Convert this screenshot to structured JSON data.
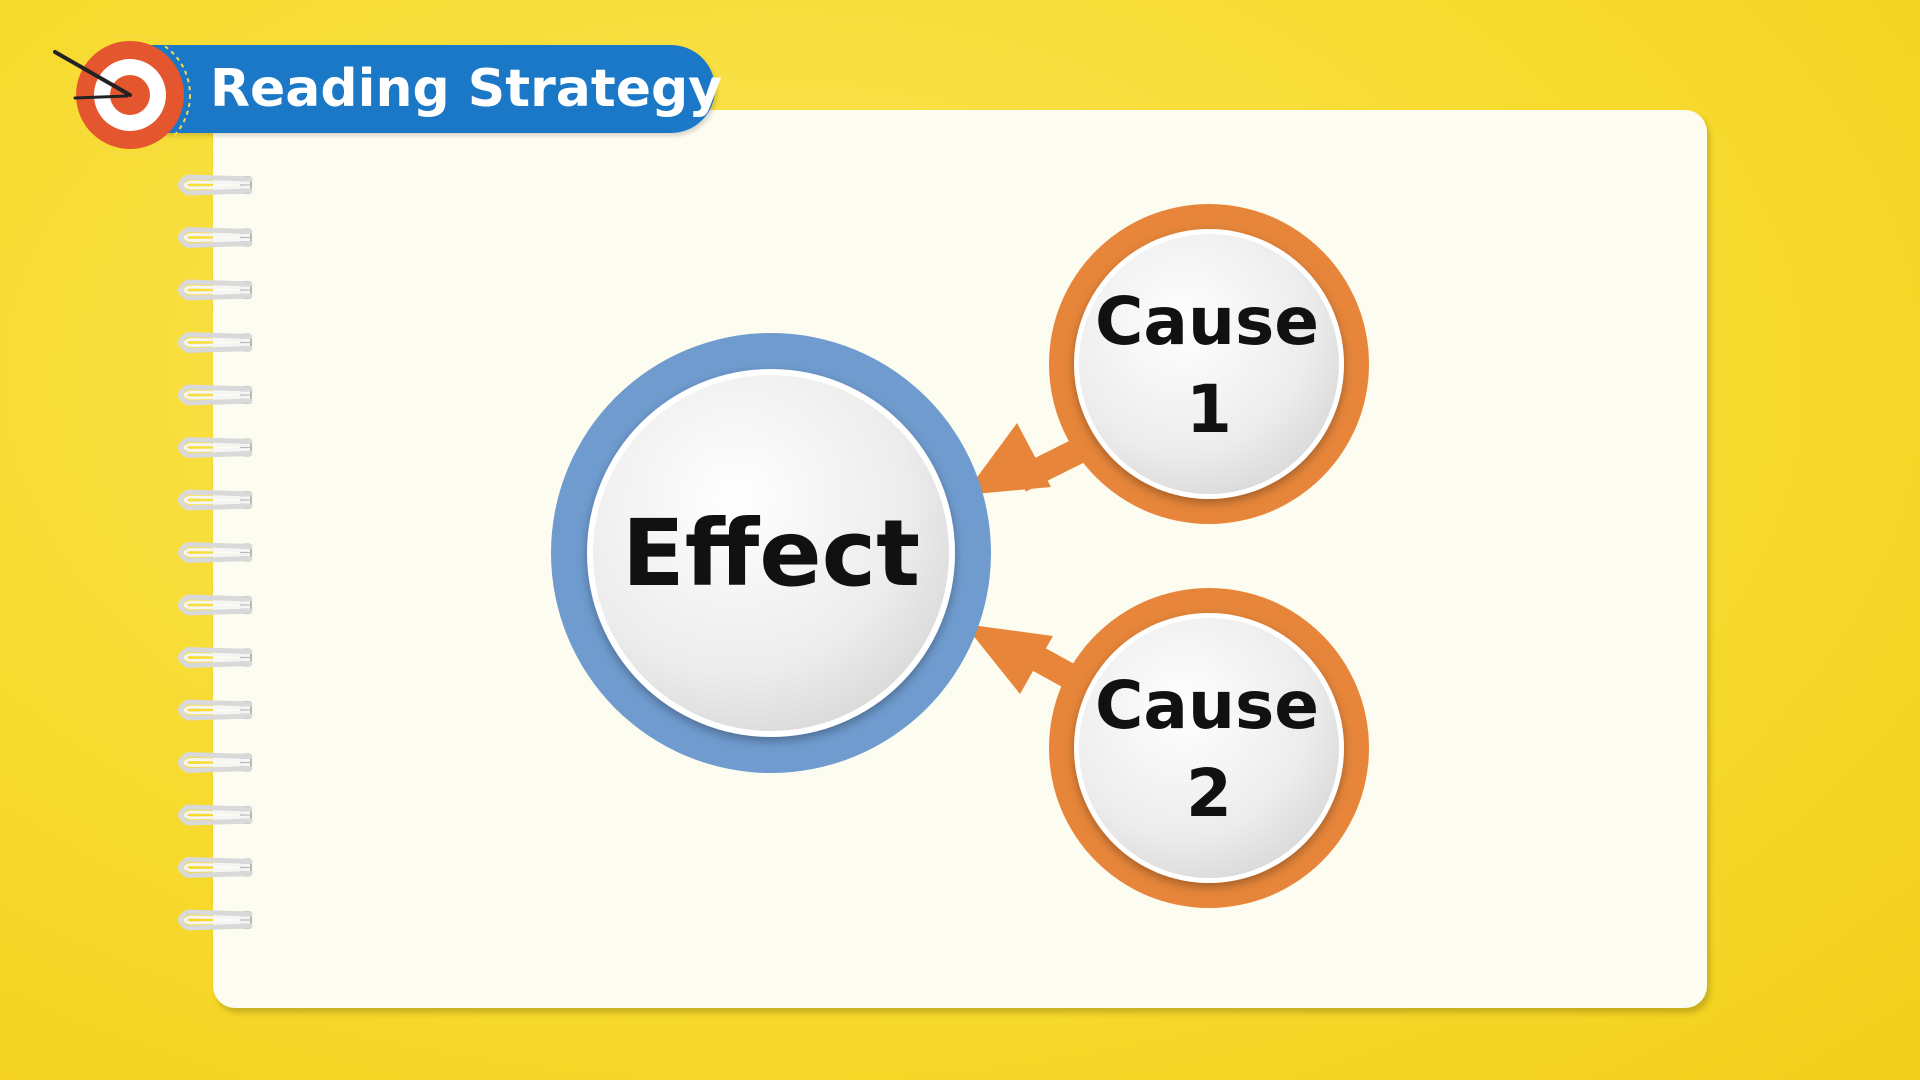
{
  "header": {
    "title": "Reading Strategy",
    "icon": "target-arrow-icon"
  },
  "diagram": {
    "effect": {
      "label": "Effect"
    },
    "causes": [
      {
        "line1": "Cause",
        "line2": "1"
      },
      {
        "line1": "Cause",
        "line2": "2"
      }
    ]
  },
  "colors": {
    "background": "#f7db2f",
    "header_pill": "#1b78c7",
    "effect_ring": "#6f9bcf",
    "cause_ring": "#e7863a",
    "arrow": "#e7863a",
    "target_red": "#e4572e",
    "paper": "#fdfcf0"
  }
}
